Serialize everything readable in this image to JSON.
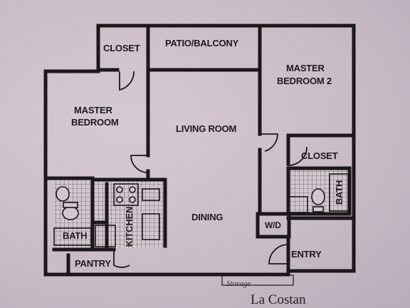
{
  "rooms": {
    "closet_top": "CLOSET",
    "patio": "PATIO/BALCONY",
    "master_bedroom_line1": "MASTER",
    "master_bedroom_line2": "BEDROOM",
    "master_bedroom2_line1": "MASTER",
    "master_bedroom2_line2": "BEDROOM 2",
    "living_room": "LIVING ROOM",
    "closet_right": "CLOSET",
    "dining": "DINING",
    "kitchen": "KITCHEN",
    "bath_left": "BATH",
    "bath_right": "BATH",
    "wd": "W/D",
    "entry": "ENTRY",
    "pantry": "PANTRY"
  },
  "storage_label": "Storage",
  "property_name": "La Costan"
}
